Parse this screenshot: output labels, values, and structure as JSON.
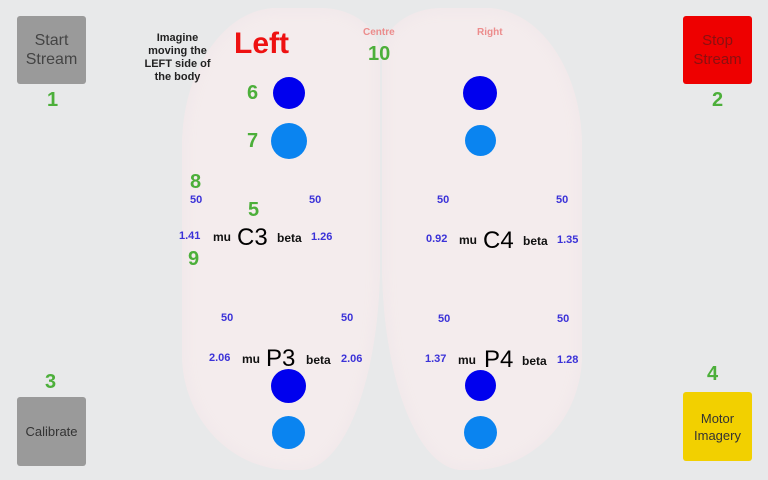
{
  "buttons": {
    "start": "Start Stream",
    "stop": "Stop Stream",
    "calibrate": "Calibrate",
    "motor": "Motor Imagery"
  },
  "numbers": {
    "n1": "1",
    "n2": "2",
    "n3": "3",
    "n4": "4",
    "n5": "5",
    "n6": "6",
    "n7": "7",
    "n8": "8",
    "n9": "9",
    "n10": "10"
  },
  "instruction": "Imagine moving the LEFT side of the body",
  "direction": "Left",
  "labels": {
    "centre": "Centre",
    "right": "Right",
    "mu": "mu",
    "beta": "beta"
  },
  "electrodes": {
    "C3": {
      "name": "C3",
      "mu": "1.41",
      "beta": "1.26",
      "mu_thr": "50",
      "beta_thr": "50"
    },
    "C4": {
      "name": "C4",
      "mu": "0.92",
      "beta": "1.35",
      "mu_thr": "50",
      "beta_thr": "50"
    },
    "P3": {
      "name": "P3",
      "mu": "2.06",
      "beta": "2.06",
      "mu_thr": "50",
      "beta_thr": "50"
    },
    "P4": {
      "name": "P4",
      "mu": "1.37",
      "beta": "1.28",
      "mu_thr": "50",
      "beta_thr": "50"
    }
  },
  "colors": {
    "stop": "#ee0000",
    "motor": "#f2d000",
    "gray": "#9a9a9a",
    "dark_dot": "#0000ee",
    "light_dot": "#0a84f0",
    "green": "#4caf3a",
    "value": "#3b32d8"
  }
}
